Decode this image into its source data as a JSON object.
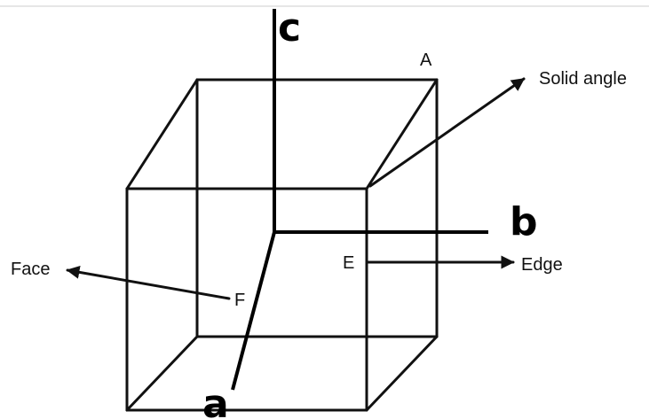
{
  "diagram": {
    "labels": {
      "axis_c": "c",
      "axis_b": "b",
      "axis_a": "a",
      "vertex_A": "A",
      "point_E": "E",
      "point_F": "F",
      "solid_angle": "Solid angle",
      "edge": "Edge",
      "face": "Face"
    },
    "colors": {
      "line": "#111111",
      "axis": "#000000",
      "background": "#ffffff"
    }
  }
}
